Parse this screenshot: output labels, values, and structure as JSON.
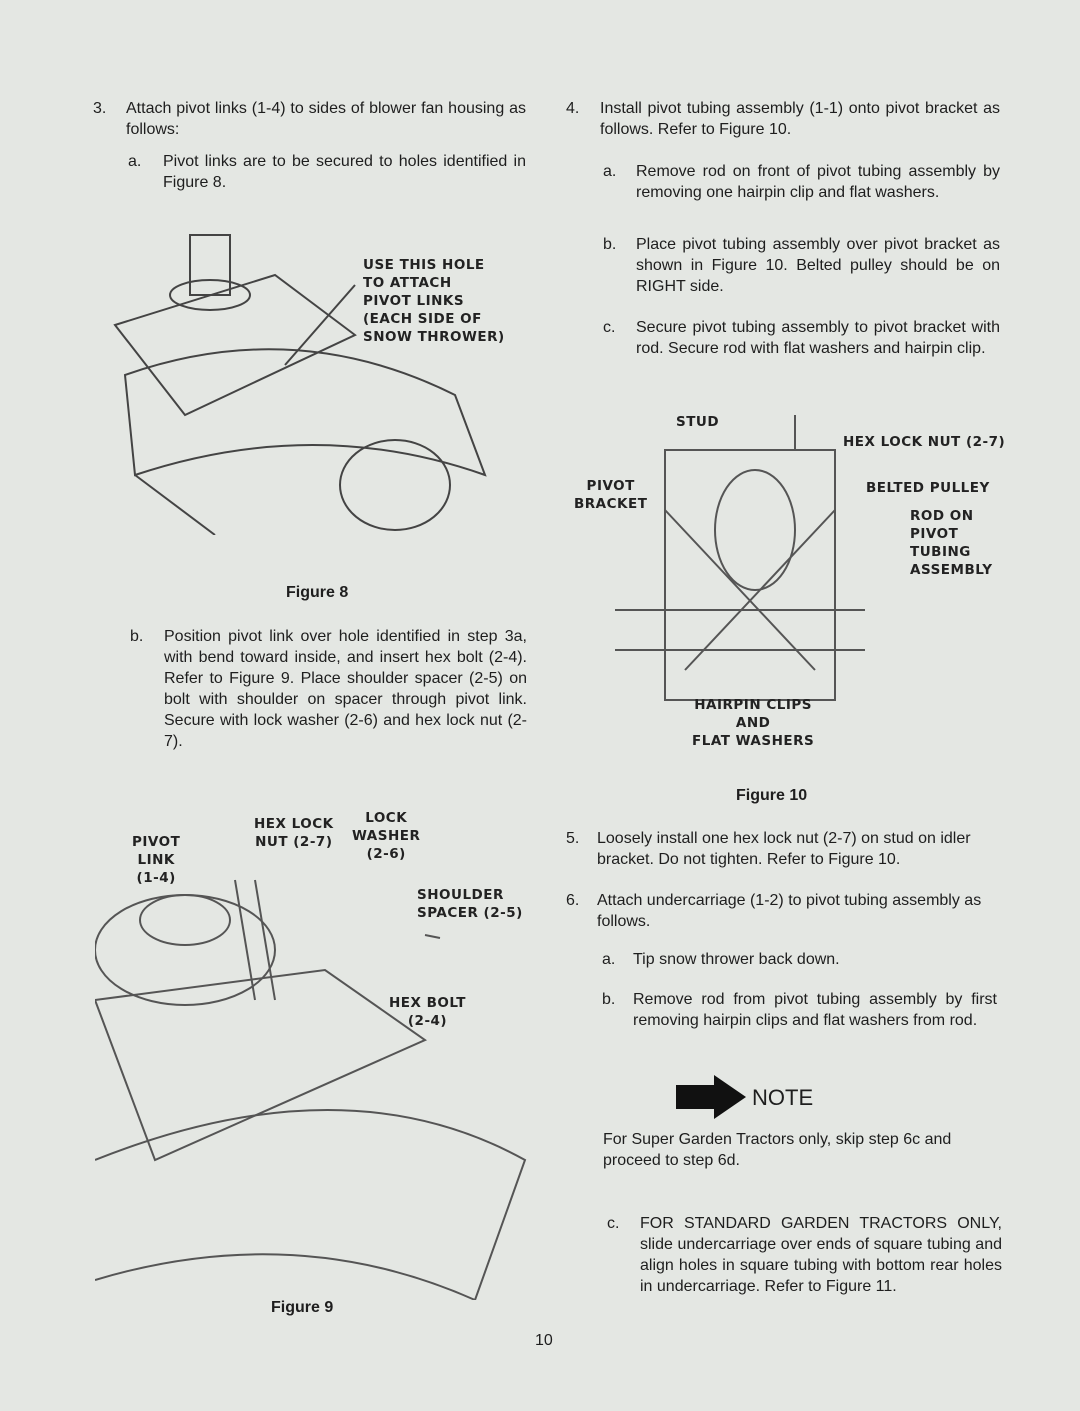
{
  "left": {
    "step3": {
      "num": "3.",
      "text": "Attach pivot links (1-4) to sides of blower fan housing as follows:"
    },
    "step3a": {
      "num": "a.",
      "text": "Pivot links are to be secured to holes identified in Figure 8."
    },
    "fig8": {
      "callout": [
        "USE THIS HOLE",
        "TO ATTACH",
        "PIVOT LINKS",
        "(EACH SIDE OF",
        "SNOW THROWER)"
      ],
      "caption": "Figure 8"
    },
    "step3b": {
      "num": "b.",
      "text": "Position pivot link over hole identified in step 3a, with bend toward inside, and insert hex bolt (2-4). Refer to Figure 9. Place shoulder spacer (2-5) on bolt with shoulder on spacer through pivot link. Secure with lock washer (2-6) and hex lock nut (2-7)."
    },
    "fig9": {
      "pivot_link": [
        "PIVOT",
        "LINK",
        "(1-4)"
      ],
      "hex_lock_nut": [
        "HEX LOCK",
        "NUT (2-7)"
      ],
      "lock_washer": [
        "LOCK",
        "WASHER",
        "(2-6)"
      ],
      "shoulder_spacer": [
        "SHOULDER",
        "SPACER (2-5)"
      ],
      "hex_bolt": [
        "HEX BOLT",
        "(2-4)"
      ],
      "caption": "Figure 9"
    }
  },
  "right": {
    "step4": {
      "num": "4.",
      "text": "Install pivot tubing assembly (1-1) onto pivot bracket as follows. Refer to Figure 10."
    },
    "step4a": {
      "num": "a.",
      "text": "Remove rod on front of pivot tubing assembly by removing one hairpin clip and flat washers."
    },
    "step4b": {
      "num": "b.",
      "text": "Place pivot tubing assembly over pivot bracket as shown in Figure 10. Belted pulley should be on RIGHT side."
    },
    "step4c": {
      "num": "c.",
      "text": "Secure pivot tubing assembly to pivot bracket with rod. Secure rod with flat washers and hairpin clip."
    },
    "fig10": {
      "stud": "STUD",
      "hex_lock_nut": "HEX LOCK NUT (2-7)",
      "pivot_bracket": [
        "PIVOT",
        "BRACKET"
      ],
      "belted_pulley": "BELTED PULLEY",
      "rod": [
        "ROD ON",
        "PIVOT",
        "TUBING",
        "ASSEMBLY"
      ],
      "hairpin": [
        "HAIRPIN CLIPS",
        "AND",
        "FLAT WASHERS"
      ],
      "caption": "Figure 10"
    },
    "step5": {
      "num": "5.",
      "text": "Loosely install one hex lock nut (2-7) on stud on idler bracket. Do not tighten. Refer to Figure 10."
    },
    "step6": {
      "num": "6.",
      "text": "Attach undercarriage (1-2) to pivot tubing assembly as follows."
    },
    "step6a": {
      "num": "a.",
      "text": "Tip snow thrower back down."
    },
    "step6b": {
      "num": "b.",
      "text": "Remove rod from pivot tubing assembly by first removing hairpin clips and flat washers from rod."
    },
    "note": {
      "title": "NOTE",
      "text": "For Super Garden Tractors only, skip step 6c and proceed to step 6d."
    },
    "step6c": {
      "num": "c.",
      "text": "FOR STANDARD GARDEN TRACTORS ONLY, slide undercarriage over ends of square tubing and align holes in square tubing with bottom rear holes in undercarriage. Refer to Figure 11."
    }
  },
  "page_number": "10"
}
